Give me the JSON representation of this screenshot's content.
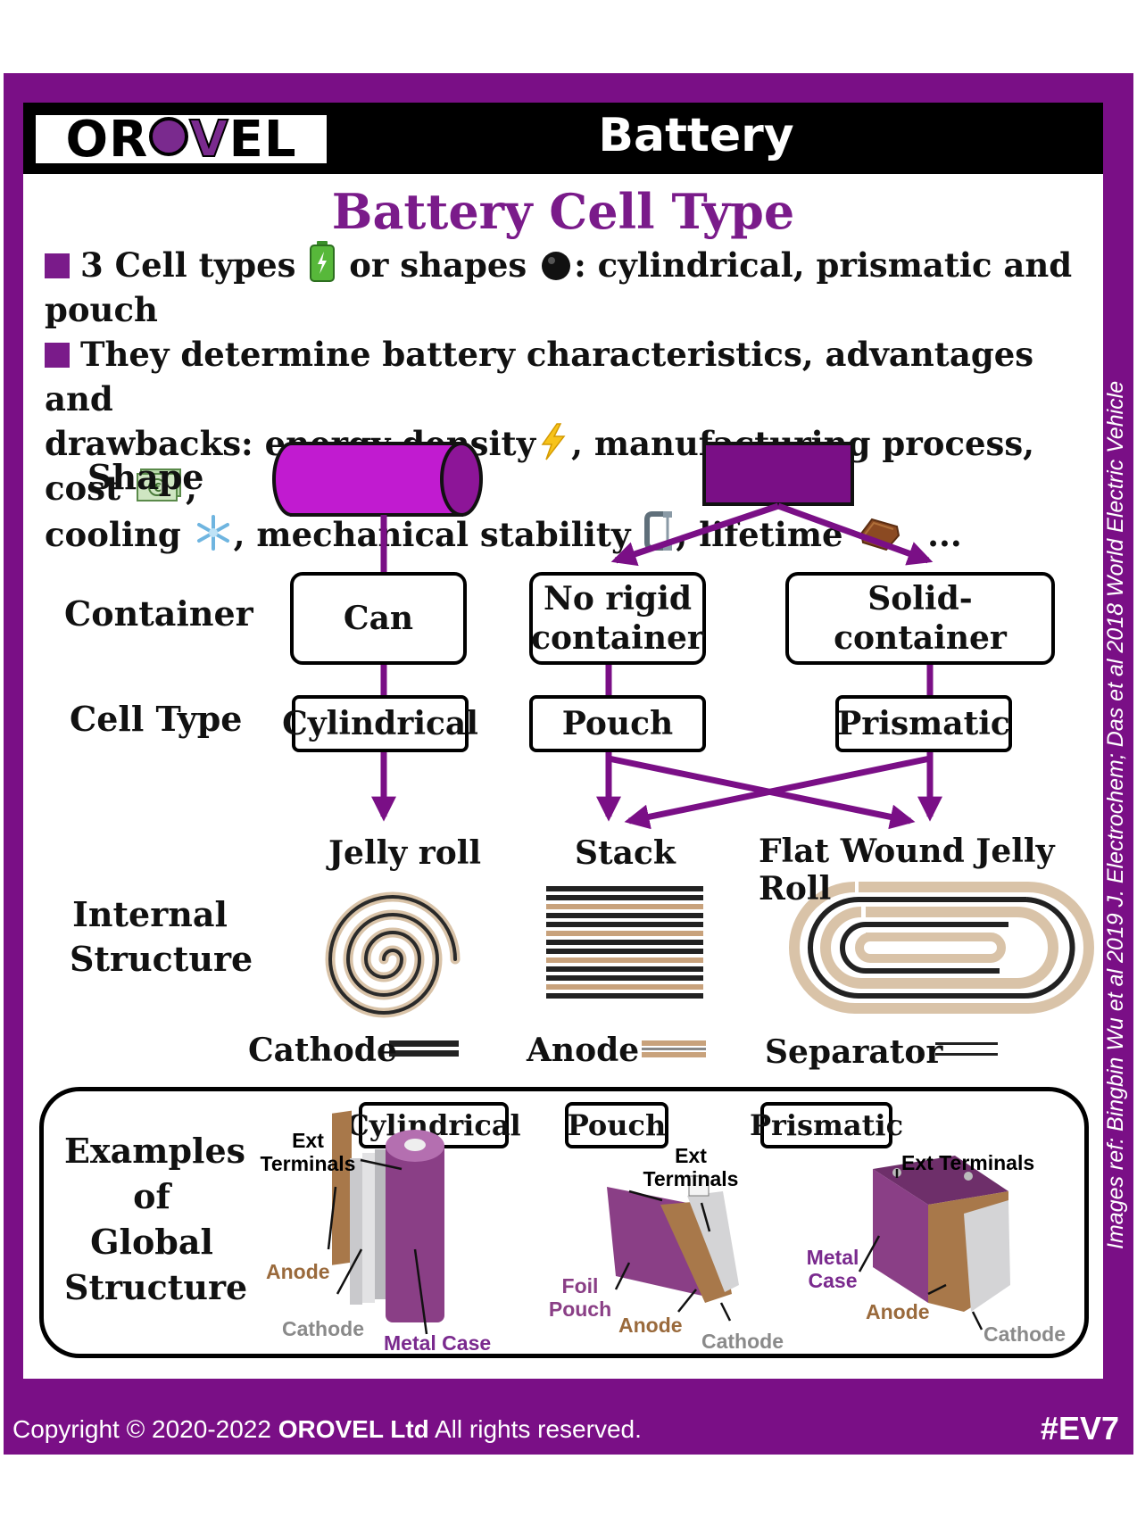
{
  "header": {
    "brand": "OROVEL",
    "title": "Battery"
  },
  "page_title": "Battery Cell Type",
  "bullets": {
    "line1_a": "3 Cell types",
    "line1_b": "or shapes",
    "line1_c": ": cylindrical, prismatic and pouch",
    "line2": "They determine battery characteristics, advantages and",
    "line3_a": "drawbacks: energy density",
    "line3_b": ", manufacturing process, cost",
    "line3_c": ",",
    "line4_a": "cooling",
    "line4_b": ", mechanical stability",
    "line4_c": ", lifetime",
    "line4_d": "..."
  },
  "rows": {
    "shape": "Shape",
    "container": "Container",
    "cell_type": "Cell Type",
    "internal_1": "Internal",
    "internal_2": "Structure",
    "examples_1": "Examples",
    "examples_2": "of",
    "examples_3": "Global",
    "examples_4": "Structure"
  },
  "containers": {
    "can": "Can",
    "no_rigid_1": "No rigid",
    "no_rigid_2": "container",
    "solid": "Solid-container"
  },
  "cell_types": {
    "cylindrical": "Cylindrical",
    "pouch": "Pouch",
    "prismatic": "Prismatic"
  },
  "structures": {
    "jelly_roll": "Jelly roll",
    "stack": "Stack",
    "flat_wound": "Flat Wound Jelly Roll"
  },
  "legend": {
    "cathode": "Cathode",
    "anode": "Anode",
    "separator": "Separator"
  },
  "examples": {
    "cyl_tag": "Cylindrical",
    "pouch_tag": "Pouch",
    "pris_tag": "Prismatic",
    "ext": "Ext",
    "terminals": "Terminals",
    "ext_terminals": "Ext Terminals",
    "anode": "Anode",
    "cathode": "Cathode",
    "metal_case": "Metal Case",
    "foil": "Foil",
    "pouch_word": "Pouch",
    "metal": "Metal",
    "case": "Case"
  },
  "footer": {
    "copyright": "Copyright © 2020-2022 ",
    "company": "OROVEL Ltd",
    "rights": " All rights reserved.",
    "tag": "#EV7"
  },
  "reference": "Images ref: Bingbin Wu et al 2019 J. Electrochem; Das et al 2018 World Electric Vehicle",
  "colors": {
    "purple": "#7a0f86",
    "magenta": "#c11bd0",
    "cathode": "#222222",
    "anode": "#c8a27c"
  }
}
